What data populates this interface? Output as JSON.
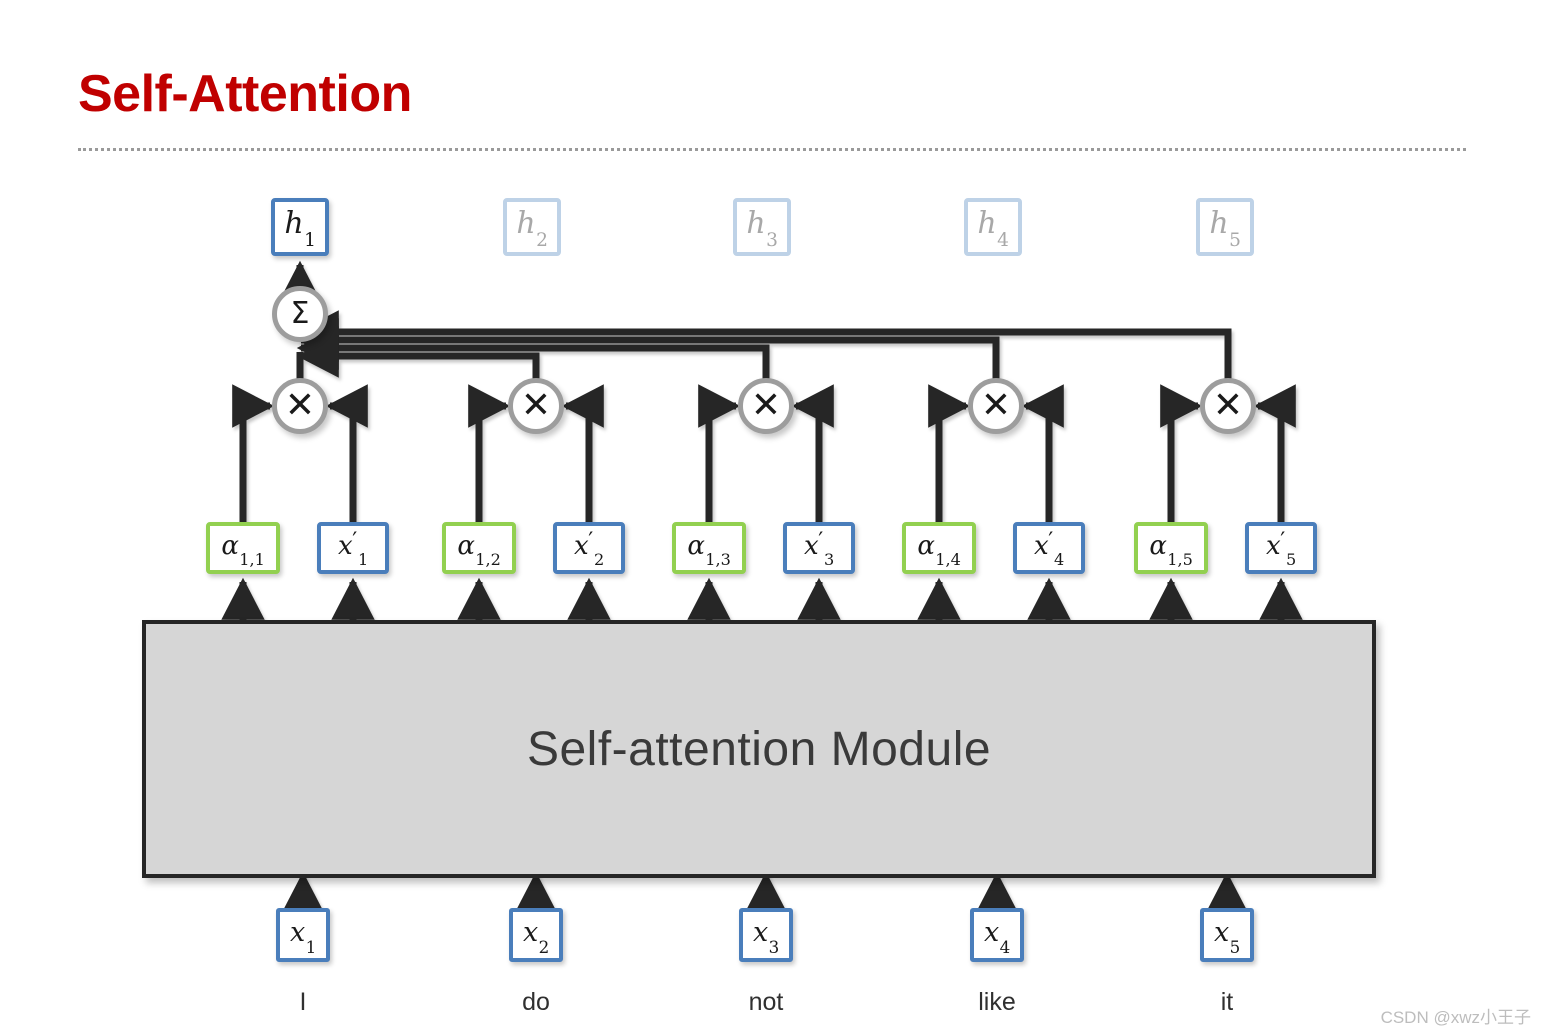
{
  "slide": {
    "title": "Self-Attention",
    "title_color": "#C00000",
    "watermark": "CSDN @xwz小王子"
  },
  "module": {
    "label": "Self-attention Module",
    "fill_color": "#D6D6D6",
    "border_color": "#262626"
  },
  "colors": {
    "green_box_border": "#92D050",
    "blue_box_border": "#4A7EBB",
    "faded_box_border": "#BED2E7",
    "faded_text": "#A8A8A8",
    "circle_border": "#9D9D9D",
    "wire": "#262626"
  },
  "operators": {
    "sum_symbol": "Σ",
    "multiply_symbol": "✕",
    "sum_name": "sigma-summation",
    "multiply_name": "multiply"
  },
  "outputs": [
    {
      "base": "h",
      "sub": "1",
      "active": true
    },
    {
      "base": "h",
      "sub": "2",
      "active": false
    },
    {
      "base": "h",
      "sub": "3",
      "active": false
    },
    {
      "base": "h",
      "sub": "4",
      "active": false
    },
    {
      "base": "h",
      "sub": "5",
      "active": false
    }
  ],
  "weights": [
    {
      "base": "α",
      "sub": "1,1"
    },
    {
      "base": "α",
      "sub": "1,2"
    },
    {
      "base": "α",
      "sub": "1,3"
    },
    {
      "base": "α",
      "sub": "1,4"
    },
    {
      "base": "α",
      "sub": "1,5"
    }
  ],
  "values": [
    {
      "base": "x",
      "prime": "′",
      "sub": "1"
    },
    {
      "base": "x",
      "prime": "′",
      "sub": "2"
    },
    {
      "base": "x",
      "prime": "′",
      "sub": "3"
    },
    {
      "base": "x",
      "prime": "′",
      "sub": "4"
    },
    {
      "base": "x",
      "prime": "′",
      "sub": "5"
    }
  ],
  "inputs": [
    {
      "base": "x",
      "sub": "1",
      "word": "I"
    },
    {
      "base": "x",
      "sub": "2",
      "word": "do"
    },
    {
      "base": "x",
      "sub": "3",
      "word": "not"
    },
    {
      "base": "x",
      "sub": "4",
      "word": "like"
    },
    {
      "base": "x",
      "sub": "5",
      "word": "it"
    }
  ]
}
